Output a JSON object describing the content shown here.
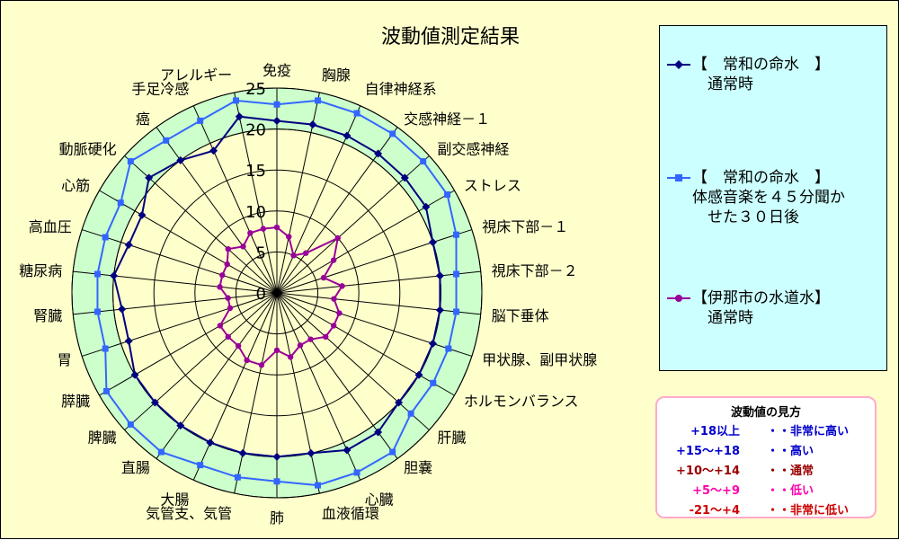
{
  "chart_data": {
    "type": "radar",
    "title": "波動値測定結果",
    "categories": [
      "免疫",
      "胸腺",
      "自律神経系",
      "交感神経－１",
      "副交感神経",
      "ストレス",
      "視床下部－１",
      "視床下部－２",
      "脳下垂体",
      "甲状腺、副甲状腺",
      "ホルモンバランス",
      "肝臓",
      "胆嚢",
      "心臓",
      "血液循環",
      "肺",
      "気管支、気管",
      "大腸",
      "直腸",
      "脾臓",
      "膵臓",
      "胃",
      "腎臓",
      "糖尿病",
      "高血圧",
      "心筋",
      "動脈硬化",
      "癌",
      "手足冷感",
      "アレルギー"
    ],
    "rlim": [
      0,
      25
    ],
    "ticks": [
      "0",
      "5",
      "10",
      "15",
      "20",
      "25"
    ],
    "grid": true,
    "legend_position": "right",
    "series": [
      {
        "name": "【　常和の命水　】\n　通常時",
        "color": "#000080",
        "marker": "diamond",
        "values": [
          21,
          21,
          21,
          21,
          21,
          21,
          20,
          20,
          20,
          20,
          20,
          20,
          21,
          21,
          20,
          20,
          20,
          20,
          20,
          20,
          20,
          19,
          19,
          20,
          19,
          19,
          21,
          20,
          19,
          22
        ]
      },
      {
        "name": "【　常和の命水　】\n体感音楽を４５分聞か\n　せた３０日後",
        "color": "#3366ff",
        "marker": "square",
        "values": [
          23,
          24,
          24,
          24,
          24,
          24,
          23,
          22,
          22,
          22,
          22,
          22,
          24,
          24,
          24,
          23,
          23,
          23,
          24,
          24,
          24,
          22,
          22,
          22,
          22,
          22,
          24,
          23,
          23,
          24
        ]
      },
      {
        "name": "【伊那市の水道水】\n　通常時",
        "color": "#990099",
        "marker": "circle",
        "values": [
          8,
          7,
          5,
          6,
          10,
          8,
          6,
          8,
          7,
          8,
          8,
          8,
          7,
          7,
          8,
          7,
          9,
          9,
          8,
          8,
          8,
          6,
          6,
          7,
          7,
          7,
          8,
          7,
          8,
          8
        ]
      }
    ]
  },
  "guide": {
    "title": "波動値の見方",
    "rows": [
      {
        "range": "+18以上",
        "label": "・・非常に高い",
        "color": "#0000cc"
      },
      {
        "range": "+15～+18",
        "label": "・・高い",
        "color": "#0000cc"
      },
      {
        "range": "+10～+14",
        "label": "・・通常",
        "color": "#990000"
      },
      {
        "range": "+5～+9",
        "label": "・・低い",
        "color": "#ff00aa"
      },
      {
        "range": "-21～+4",
        "label": "・・非常に低い",
        "color": "#cc0000"
      }
    ]
  }
}
